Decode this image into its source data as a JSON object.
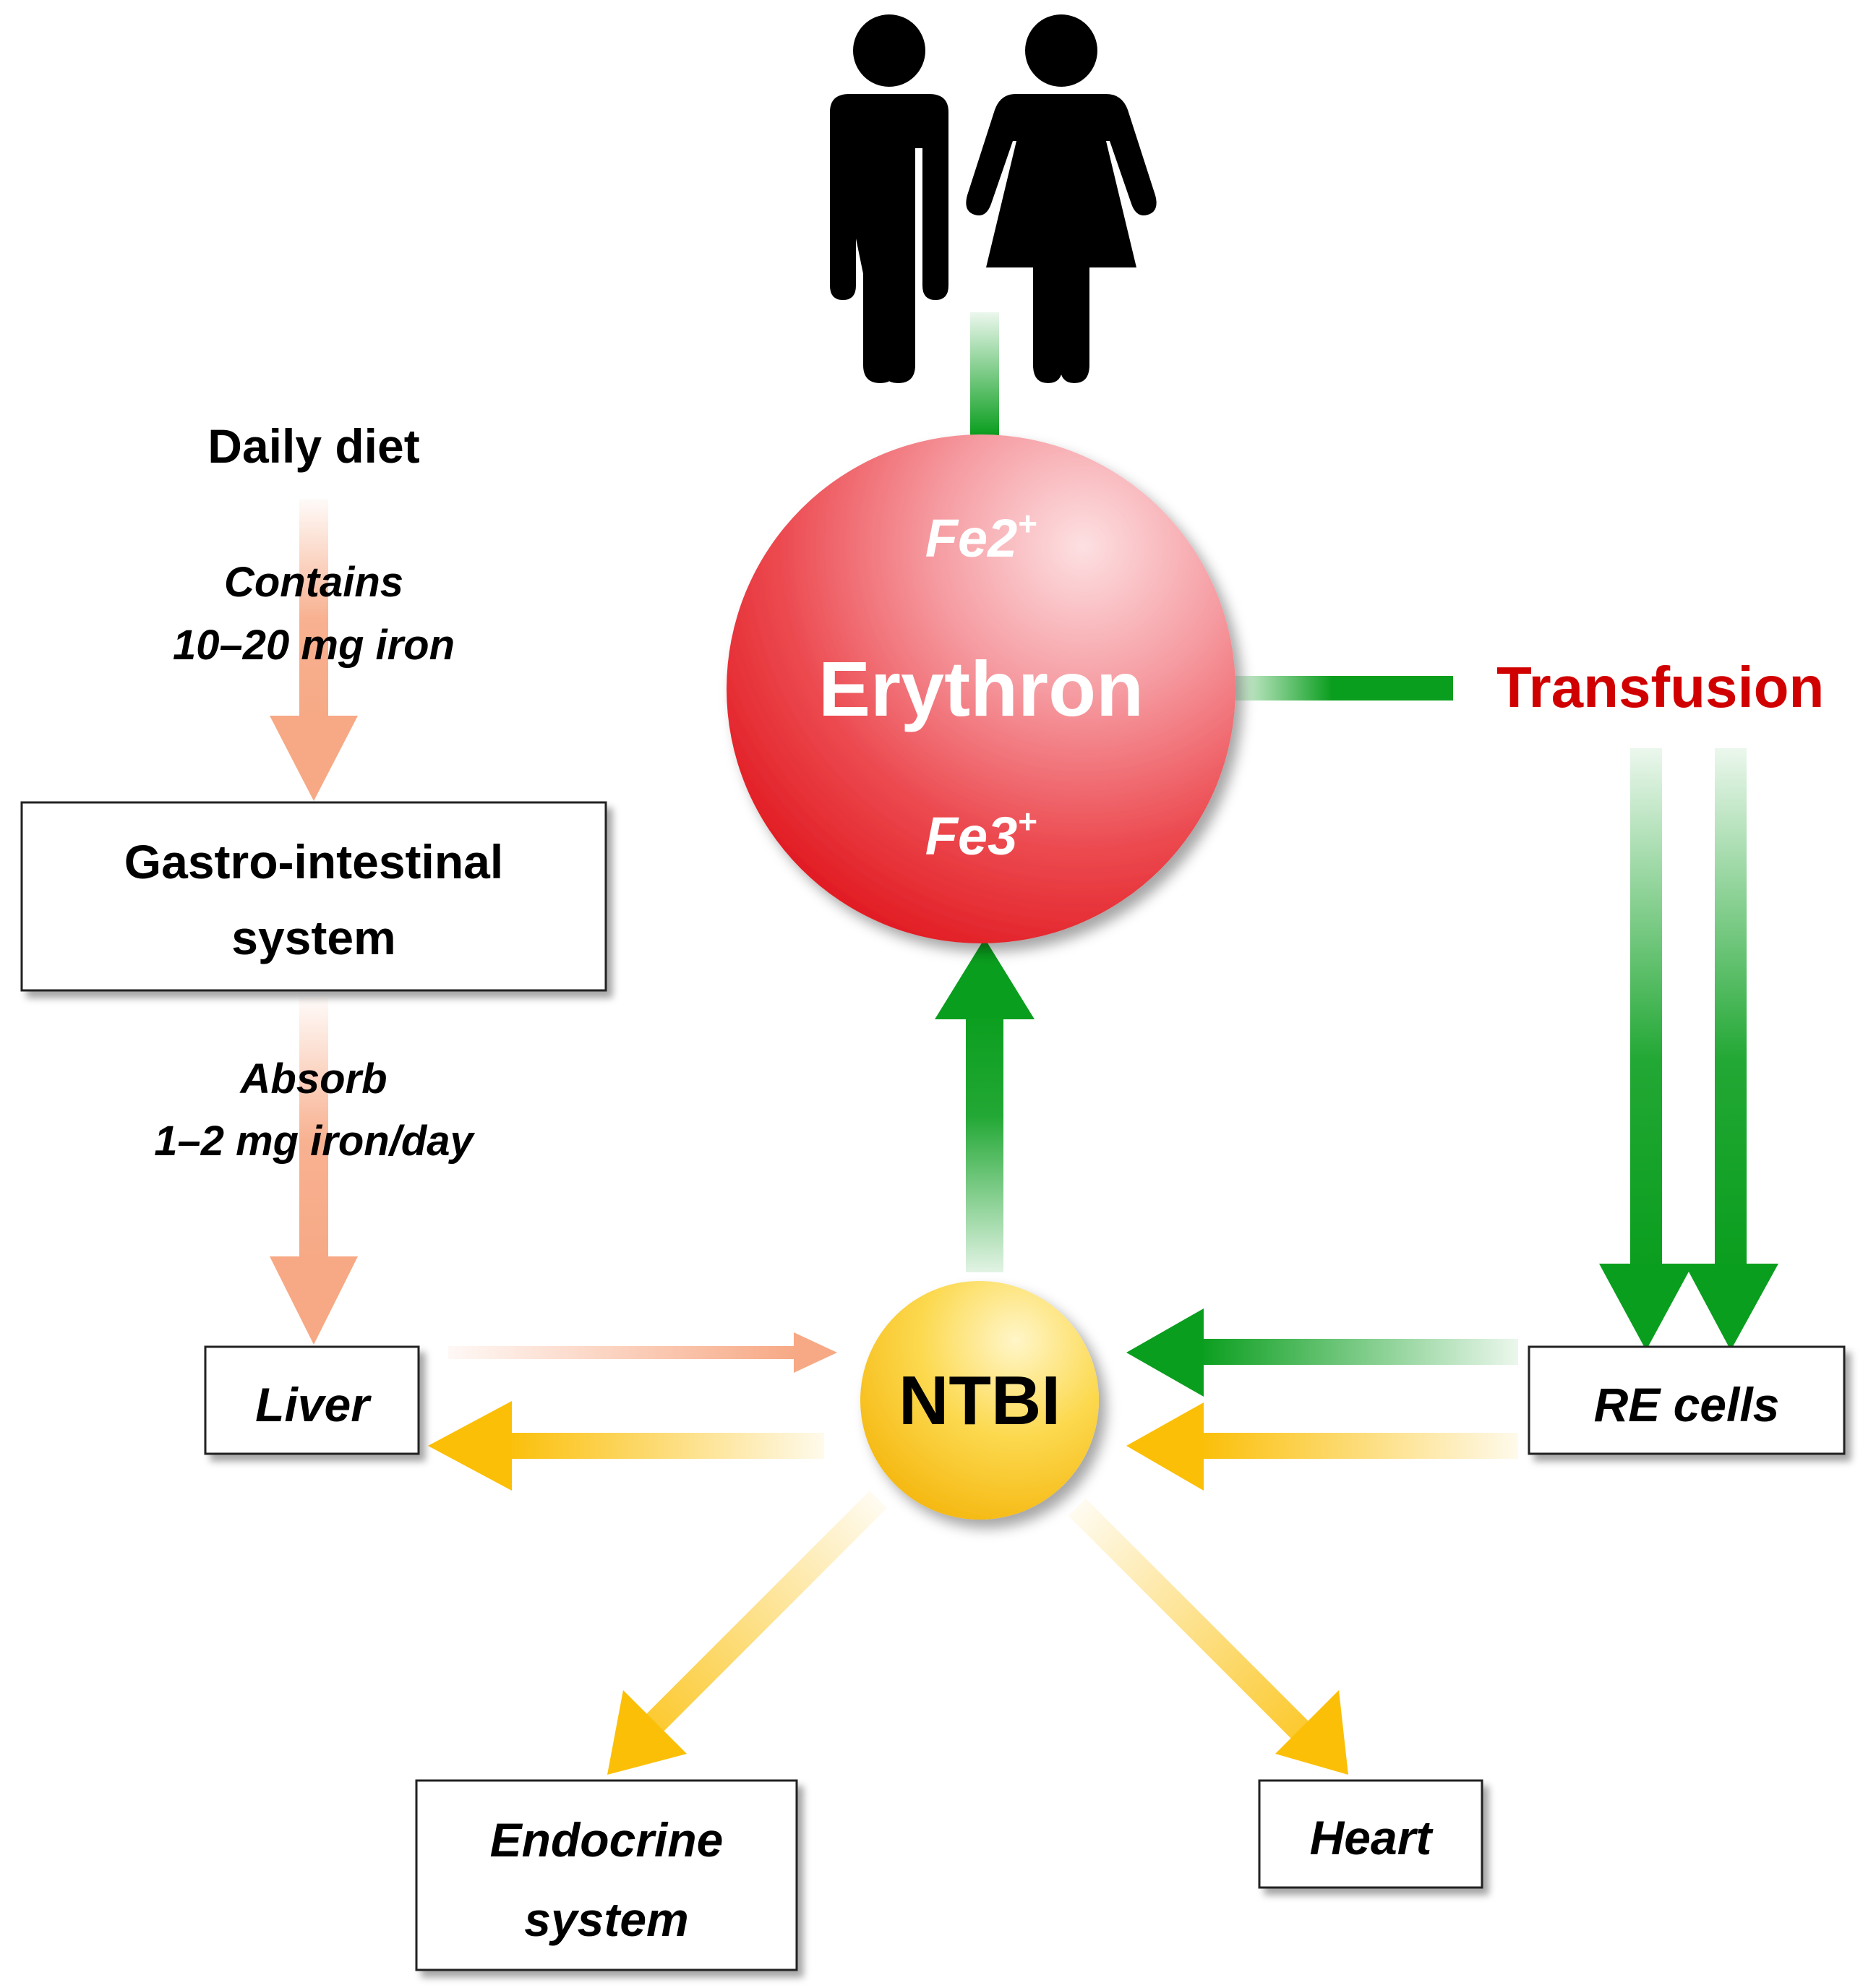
{
  "colors": {
    "diet_arrow": "#f7a985",
    "green_arrow": "#0a9e1e",
    "yellow_arrow": "#fbbf08",
    "transfusion_text": "#d10000",
    "erythron_core": "#e41e26",
    "ntbi_core": "#f9c61a"
  },
  "icons": [
    "man-icon",
    "woman-icon"
  ],
  "diet": {
    "title": "Daily diet",
    "contains_line1": "Contains",
    "contains_line2": "10–20 mg iron"
  },
  "gi": {
    "line1": "Gastro-intestinal",
    "line2": "system"
  },
  "absorb": {
    "line1": "Absorb",
    "line2": "1–2 mg iron/day"
  },
  "erythron": {
    "fe2": "Fe2",
    "fe2_sup": "+",
    "label": "Erythron",
    "fe3": "Fe3",
    "fe3_sup": "+"
  },
  "transfusion": "Transfusion",
  "ntbi": "NTBI",
  "organs": {
    "liver": "Liver",
    "re_cells": "RE cells",
    "endocrine_line1": "Endocrine",
    "endocrine_line2": "system",
    "heart": "Heart"
  }
}
